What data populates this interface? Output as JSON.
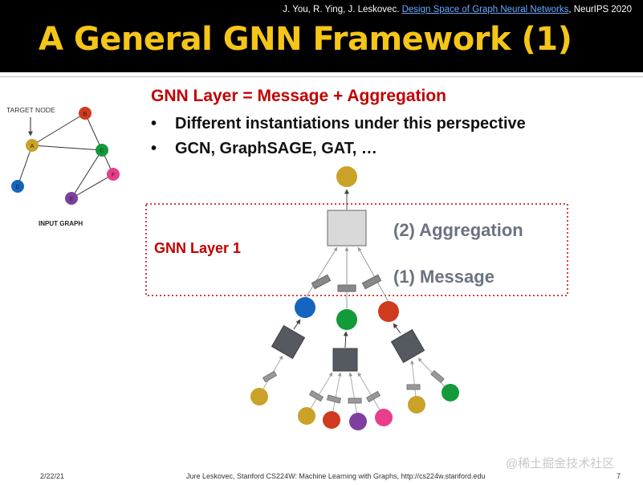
{
  "header": {
    "citation_authors": "J. You, R. Ying, J. Leskovec.",
    "citation_link": "Design Space of Graph Neural Networks",
    "citation_venue": ", NeurIPS 2020",
    "title": "A General GNN Framework (1)"
  },
  "content": {
    "headline": "GNN Layer = Message + Aggregation",
    "bullets": [
      "Different instantiations under this perspective",
      "GCN, GraphSAGE, GAT, …"
    ]
  },
  "input_graph": {
    "target_label": "TARGET NODE",
    "caption": "INPUT GRAPH",
    "nodes": [
      {
        "label": "A",
        "color": "#c9a227"
      },
      {
        "label": "B",
        "color": "#d03a1e"
      },
      {
        "label": "C",
        "color": "#139a3a"
      },
      {
        "label": "D",
        "color": "#1565c0"
      },
      {
        "label": "E",
        "color": "#7e3fa0"
      },
      {
        "label": "F",
        "color": "#e83e8c"
      }
    ]
  },
  "layer_diagram": {
    "layer_label": "GNN Layer 1",
    "aggregation_label": "(2) Aggregation",
    "message_label": "(1) Message"
  },
  "colors": {
    "title_yellow": "#f5c518",
    "accent_red": "#c00000",
    "step_gray": "#6b7280",
    "box_dark": "#555a60",
    "box_light": "#d9d9d9"
  },
  "footer": {
    "date": "2/22/21",
    "text": "Jure Leskovec, Stanford CS224W: Machine Learning with Graphs, http://cs224w.stanford.edu",
    "page": "7",
    "watermark": "@稀土掘金技术社区"
  }
}
